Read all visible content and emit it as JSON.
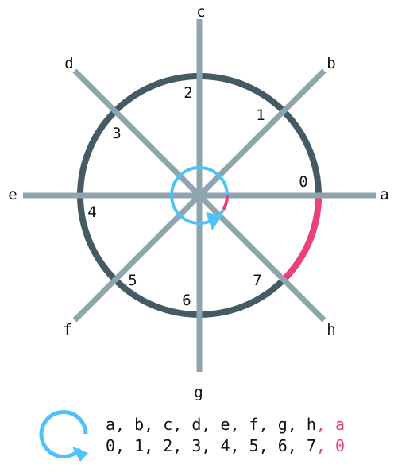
{
  "colors": {
    "circle": "#455A64",
    "spoke": "#90A4AE",
    "accent": "#EC407A",
    "loop": "#4FC3F7",
    "text": "#111111"
  },
  "spokes": [
    {
      "outer_label": "a",
      "inner_label": "0"
    },
    {
      "outer_label": "b",
      "inner_label": "1"
    },
    {
      "outer_label": "c",
      "inner_label": "2"
    },
    {
      "outer_label": "d",
      "inner_label": "3"
    },
    {
      "outer_label": "e",
      "inner_label": "4"
    },
    {
      "outer_label": "f",
      "inner_label": "5"
    },
    {
      "outer_label": "g",
      "inner_label": "6"
    },
    {
      "outer_label": "h",
      "inner_label": "7"
    }
  ],
  "legend": {
    "icon": "circular-arrow-icon",
    "letters_line": "a, b, c, d, e, f, g, h",
    "letters_wrap": ", a",
    "numbers_line": "0, 1, 2, 3, 4, 5, 6, 7",
    "numbers_wrap": ", 0"
  }
}
